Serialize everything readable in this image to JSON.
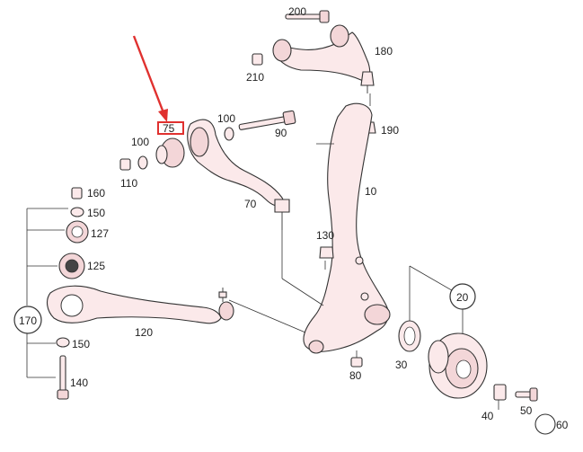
{
  "labels": {
    "n200": "200",
    "n180": "180",
    "n210": "210",
    "n100a": "100",
    "n90": "90",
    "n190": "190",
    "n75": "75",
    "n100b": "100",
    "n110": "110",
    "n70": "70",
    "n10": "10",
    "n160": "160",
    "n150a": "150",
    "n127": "127",
    "n125": "125",
    "n130": "130",
    "n20": "20",
    "n170": "170",
    "n120": "120",
    "n150b": "150",
    "n30": "30",
    "n80": "80",
    "n140": "140",
    "n40": "40",
    "n50": "50",
    "n60": "60"
  },
  "colors": {
    "highlight": "#e0312f",
    "part_fill": "#fbe9ea",
    "line": "#333333"
  }
}
